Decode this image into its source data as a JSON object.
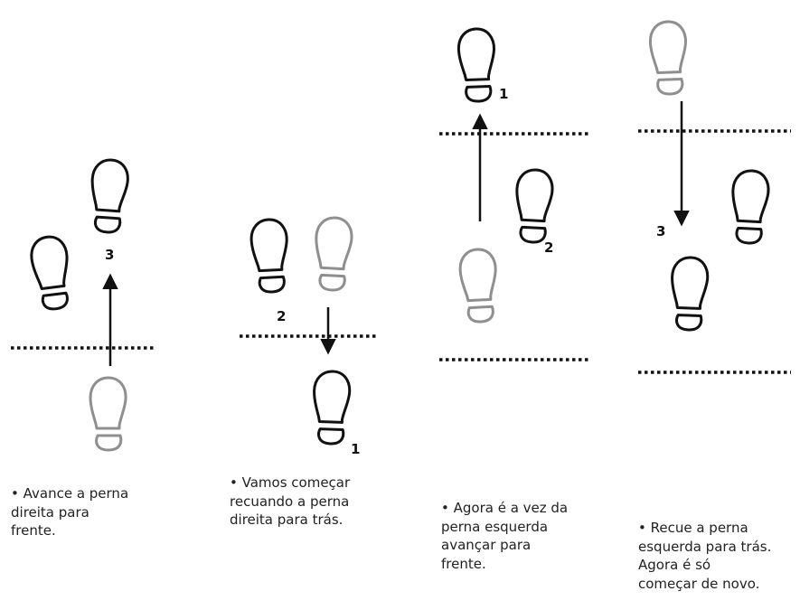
{
  "colors": {
    "active_foot": "#111111",
    "previous_foot": "#8f8f8f",
    "arrow": "#111111",
    "guide_line": "#111111"
  },
  "icons": {
    "footprint": "shoe-sole-footprint-icon",
    "arrow": "arrow-icon"
  },
  "steps": [
    {
      "number": "3",
      "caption_lines": [
        "• Avance a perna",
        "direita para",
        "frente."
      ]
    },
    {
      "numbers": [
        "2",
        "1"
      ],
      "caption_lines": [
        "• Vamos começar",
        "recuando a perna",
        "direita para trás."
      ]
    },
    {
      "numbers": [
        "1",
        "2"
      ],
      "caption_lines": [
        "• Agora é a vez da",
        "perna esquerda",
        "avançar para",
        "frente."
      ]
    },
    {
      "number": "3",
      "caption_lines": [
        "• Recue a perna",
        "esquerda para trás.",
        "Agora é só",
        "começar de novo."
      ]
    }
  ]
}
